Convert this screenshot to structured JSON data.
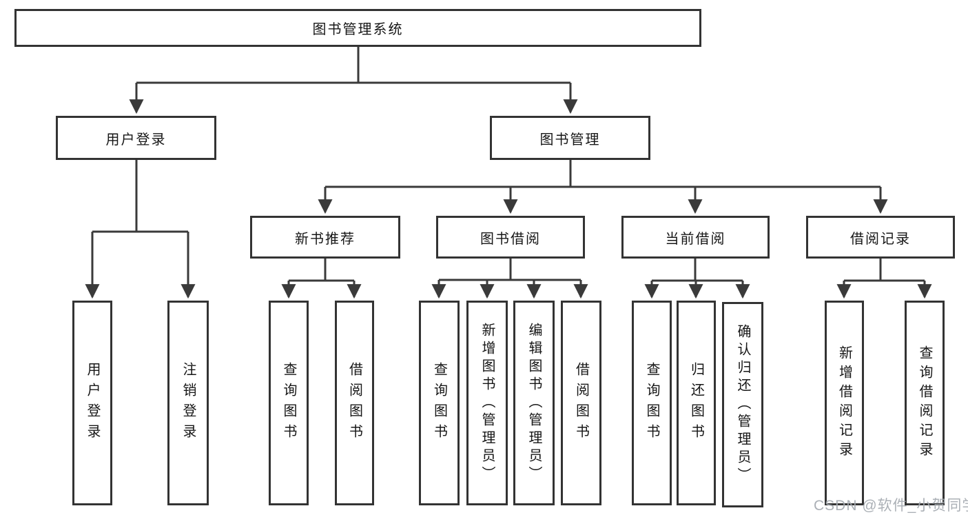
{
  "diagram_title": "图书管理系统",
  "tree": {
    "root": {
      "label": "图书管理系统",
      "children": [
        {
          "label": "用户登录",
          "children": [
            {
              "label": "用户登录"
            },
            {
              "label": "注销登录"
            }
          ]
        },
        {
          "label": "图书管理",
          "children": [
            {
              "label": "新书推荐",
              "children": [
                {
                  "label": "查询图书"
                },
                {
                  "label": "借阅图书"
                }
              ]
            },
            {
              "label": "图书借阅",
              "children": [
                {
                  "label": "查询图书"
                },
                {
                  "label": "新增图书（管理员）"
                },
                {
                  "label": "编辑图书（管理员）"
                },
                {
                  "label": "借阅图书"
                }
              ]
            },
            {
              "label": "当前借阅",
              "children": [
                {
                  "label": "查询图书"
                },
                {
                  "label": "归还图书"
                },
                {
                  "label": "确认归还（管理员）"
                }
              ]
            },
            {
              "label": "借阅记录",
              "children": [
                {
                  "label": "新增借阅记录"
                },
                {
                  "label": "查询借阅记录"
                }
              ]
            }
          ]
        }
      ]
    }
  },
  "watermark": {
    "text": "CSDN @软件_小贺同学",
    "color": "#a4a9b0"
  },
  "colors": {
    "line": "#3a3a3a",
    "box_border": "#333333",
    "box_fill": "#ffffff",
    "text": "#161616",
    "background": "#ffffff"
  }
}
